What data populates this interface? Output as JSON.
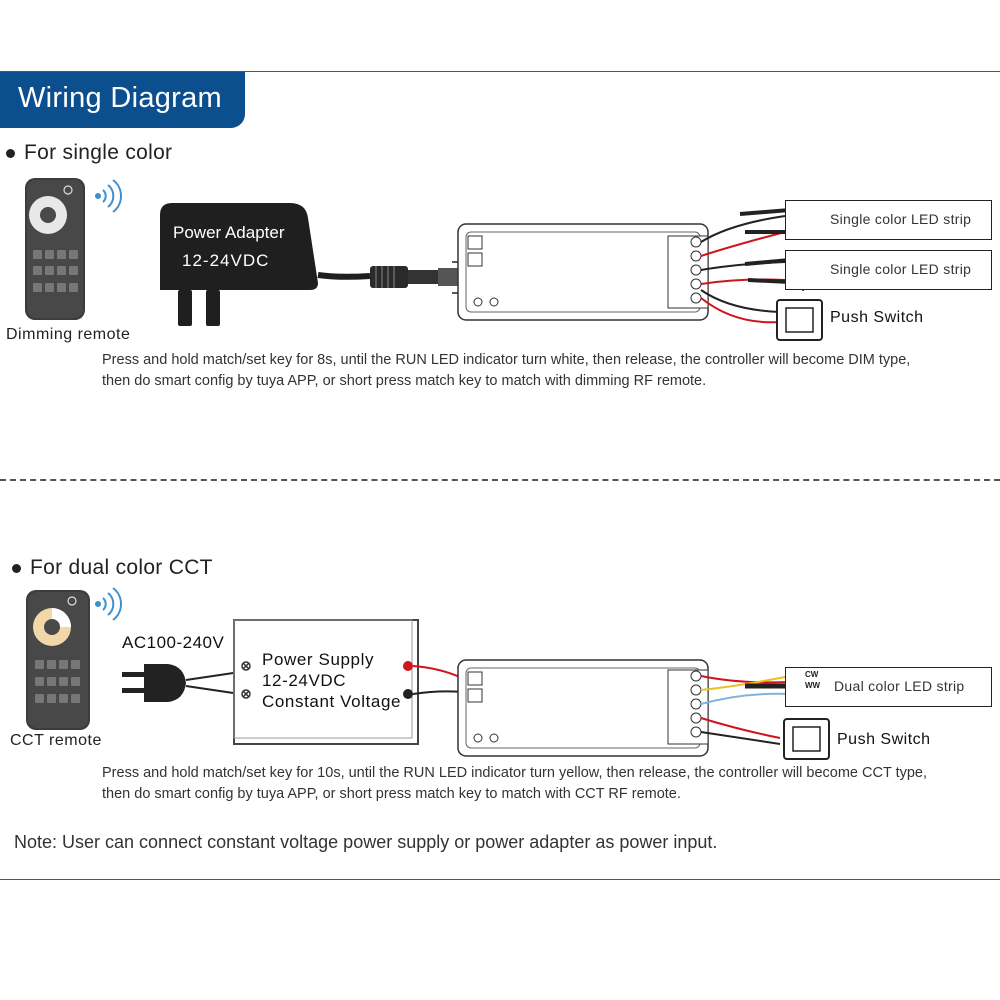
{
  "header": {
    "title": "Wiring Diagram"
  },
  "single": {
    "heading": "For single color",
    "remote_label": "Dimming remote",
    "adapter_line1": "Power Adapter",
    "adapter_line2": "12-24VDC",
    "strip1": "Single color LED strip",
    "strip2": "Single color LED strip",
    "switch": "Push Switch",
    "desc_line1": "Press and hold match/set key for 8s, until the RUN LED indicator turn white, then release, the controller will become DIM type,",
    "desc_line2": "then do  smart  config by  tuya  APP, or  short press match key to match with dimming  RF  remote."
  },
  "cct": {
    "heading": "For dual color CCT",
    "remote_label": "CCT remote",
    "ac_label": "AC100-240V",
    "ps_line1": "Power Supply",
    "ps_line2": "12-24VDC",
    "ps_line3": "Constant Voltage",
    "strip": "Dual color LED strip",
    "cw": "CW",
    "ww": "WW",
    "switch": "Push Switch",
    "desc_line1": "Press and hold match/set key for 10s, until the RUN LED indicator turn yellow, then release, the controller will become CCT type,",
    "desc_line2": "then do  smart  config by  tuya  APP, or  short press match key to match  with CCT  RF  remote."
  },
  "note": "Note: User can connect constant voltage power supply or power adapter as power input.",
  "colors": {
    "accent": "#0b4f8f",
    "wire_red": "#d0141b",
    "wire_black": "#222222",
    "wire_yellow": "#e8c21a",
    "wire_blue": "#7fb4e0"
  }
}
